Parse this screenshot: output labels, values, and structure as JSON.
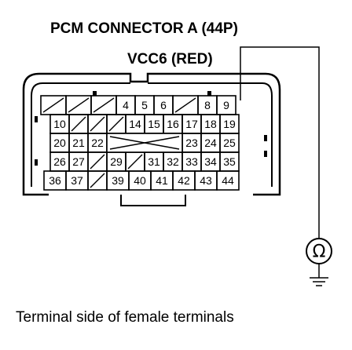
{
  "title": "PCM CONNECTOR A (44P)",
  "wire_label": "VCC6 (RED)",
  "caption": "Terminal side of female terminals",
  "meter_symbol": "Ω",
  "probe_terminal": "9",
  "connector": {
    "rows": [
      [
        "",
        "",
        "",
        "4",
        "5",
        "6",
        "",
        "8",
        "9"
      ],
      [
        "10",
        "",
        "",
        "",
        "14",
        "15",
        "16",
        "17",
        "18",
        "19"
      ],
      [
        "20",
        "21",
        "22",
        "",
        "",
        "",
        "",
        "23",
        "24",
        "25"
      ],
      [
        "26",
        "27",
        "",
        "29",
        "",
        "31",
        "32",
        "33",
        "34",
        "35"
      ],
      [
        "36",
        "37",
        "",
        "39",
        "40",
        "41",
        "42",
        "43",
        "44"
      ]
    ]
  },
  "colors": {
    "ink": "#000000",
    "background": "#ffffff"
  }
}
